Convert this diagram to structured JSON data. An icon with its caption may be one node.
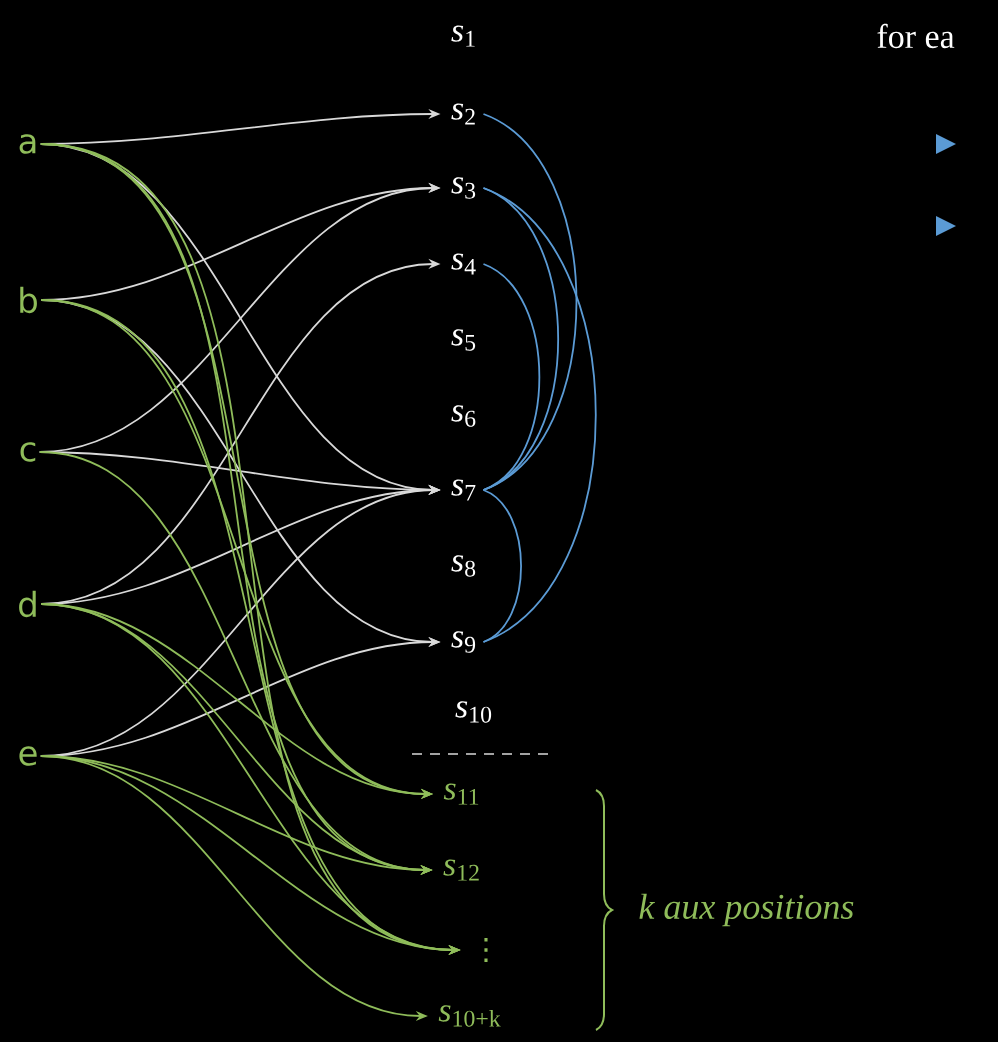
{
  "diagram": {
    "nodes": [
      {
        "text": [
          "a"
        ]
      },
      {
        "text": [
          "b"
        ]
      },
      {
        "text": [
          "c"
        ]
      },
      {
        "text": [
          "d"
        ]
      },
      {
        "text": [
          "e"
        ]
      },
      {
        "text": [
          "*s*$_{1}$"
        ]
      },
      {
        "text": [
          "*s*$_{2}$"
        ]
      },
      {
        "text": [
          "*s*$_{3}$"
        ]
      },
      {
        "text": [
          "*s*$_{4}$"
        ]
      },
      {
        "text": [
          "*s*$_{5}$"
        ]
      },
      {
        "text": [
          "*s*$_{6}$"
        ]
      },
      {
        "text": [
          "*s*$_{7}$"
        ]
      },
      {
        "text": [
          "*s*$_{8}$"
        ]
      },
      {
        "text": [
          "*s*$_{9}$"
        ]
      },
      {
        "text": [
          "*s*$_{10}$"
        ]
      },
      {
        "text": [
          "*s*$_{11}$"
        ]
      },
      {
        "text": [
          "*s*$_{12}$"
        ]
      },
      {
        "text": [
          "⋮"
        ]
      },
      {
        "text": [
          "*s*$_{10+k}$"
        ]
      }
    ],
    "edges": [
      {
        "from": 0,
        "to": 6,
        "arrow": "to",
        "color": "#d9d9d9"
      },
      {
        "from": 0,
        "to": 11,
        "arrow": "to",
        "color": "#d9d9d9"
      },
      {
        "from": 1,
        "to": 7,
        "arrow": "to",
        "color": "#d9d9d9"
      },
      {
        "from": 1,
        "to": 13,
        "arrow": "to",
        "color": "#d9d9d9"
      },
      {
        "from": 2,
        "to": 7,
        "arrow": "to",
        "color": "#d9d9d9"
      },
      {
        "from": 2,
        "to": 11,
        "arrow": "to",
        "color": "#d9d9d9"
      },
      {
        "from": 3,
        "to": 8,
        "arrow": "to",
        "color": "#d9d9d9"
      },
      {
        "from": 3,
        "to": 11,
        "arrow": "to",
        "color": "#d9d9d9"
      },
      {
        "from": 4,
        "to": 11,
        "arrow": "to",
        "color": "#d9d9d9"
      },
      {
        "from": 4,
        "to": 13,
        "arrow": "to",
        "color": "#d9d9d9"
      },
      {
        "from": 0,
        "to": 15,
        "arrow": "to"
      },
      {
        "from": 0,
        "to": 16,
        "arrow": "to"
      },
      {
        "from": 0,
        "to": 17,
        "arrow": "to"
      },
      {
        "from": 1,
        "to": 15,
        "arrow": "to"
      },
      {
        "from": 1,
        "to": 17,
        "arrow": "to"
      },
      {
        "from": 2,
        "to": 16,
        "arrow": "to"
      },
      {
        "from": 3,
        "to": 15,
        "arrow": "to"
      },
      {
        "from": 3,
        "to": 16,
        "arrow": "to"
      },
      {
        "from": 3,
        "to": 17,
        "arrow": "to"
      },
      {
        "from": 4,
        "to": 16,
        "arrow": "to"
      },
      {
        "from": 4,
        "to": 17,
        "arrow": "to"
      },
      {
        "from": 4,
        "to": 18,
        "arrow": "to"
      },
      {
        "from": 6,
        "to": 11,
        "arrow": "none",
        "color": "#5b9bd5"
      },
      {
        "from": 7,
        "to": 11,
        "arrow": "none",
        "color": "#5b9bd5"
      },
      {
        "from": 8,
        "to": 11,
        "arrow": "none",
        "color": "#5b9bd5"
      },
      {
        "from": 7,
        "to": 13,
        "arrow": "none",
        "color": "#5b9bd5"
      },
      {
        "from": 11,
        "to": 13,
        "arrow": "none",
        "color": "#5b9bd5"
      }
    ],
    "labels": [
      "for ea",
      "*k aux positions*"
    ]
  }
}
